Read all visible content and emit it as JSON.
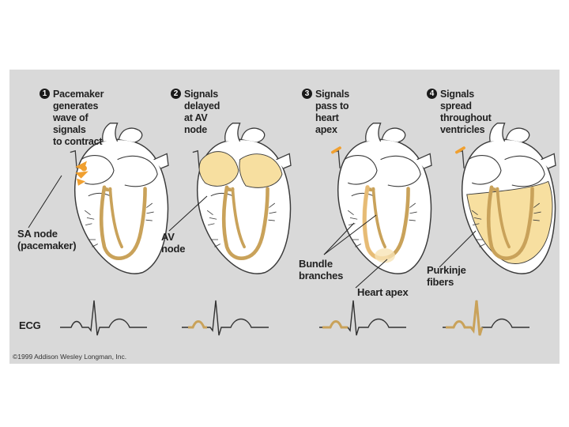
{
  "steps": [
    {
      "number": "1",
      "caption": "Pacemaker generates\nwave of signals\nto contract"
    },
    {
      "number": "2",
      "caption": "Signals delayed\nat AV node"
    },
    {
      "number": "3",
      "caption": "Signals pass to\nheart apex"
    },
    {
      "number": "4",
      "caption": "Signals spread\nthroughout\nventricles"
    }
  ],
  "labels": {
    "sa_node": "SA node\n(pacemaker)",
    "av_node": "AV\nnode",
    "bundle_branches": "Bundle\nbranches",
    "heart_apex": "Heart apex",
    "purkinje": "Purkinje\nfibers",
    "ecg": "ECG"
  },
  "copyright": "©1999 Addison Wesley Longman, Inc.",
  "colors": {
    "panel": "#d9d9d9",
    "highlight": "#f7dfa0",
    "conduction": "#c9a25a",
    "signal": "#f0a030",
    "outline": "#3a3a3a"
  }
}
